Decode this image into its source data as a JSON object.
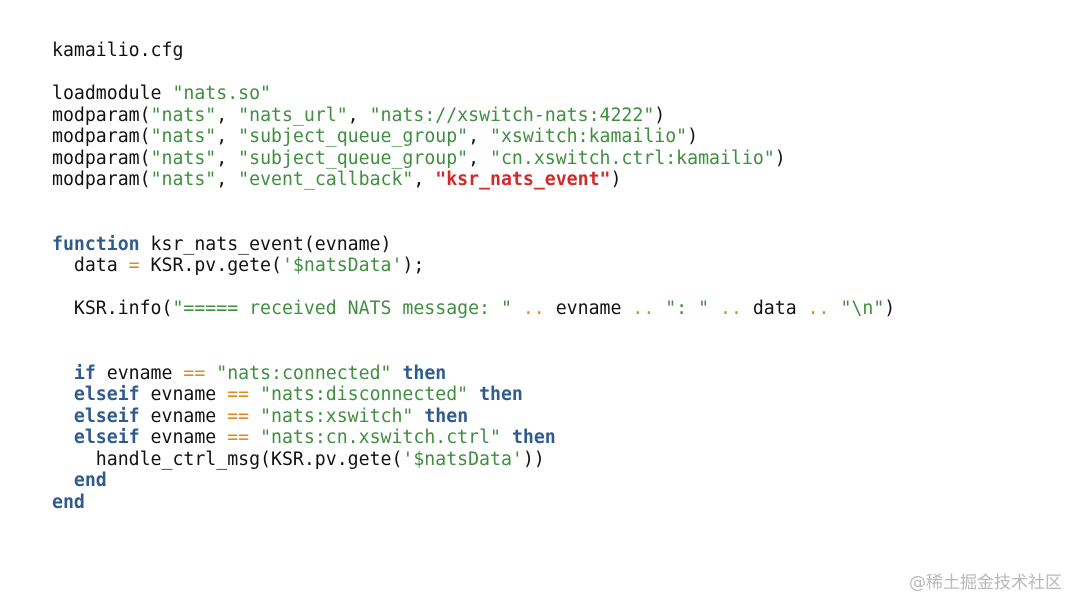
{
  "file_title": "kamailio.cfg",
  "lines": {
    "l2": [
      {
        "t": "loadmodule ",
        "c": ""
      },
      {
        "t": "\"nats.so\"",
        "c": "str"
      }
    ],
    "l3": [
      {
        "t": "modparam(",
        "c": ""
      },
      {
        "t": "\"nats\"",
        "c": "str"
      },
      {
        "t": ", ",
        "c": ""
      },
      {
        "t": "\"nats_url\"",
        "c": "str"
      },
      {
        "t": ", ",
        "c": ""
      },
      {
        "t": "\"nats://xswitch-nats:4222\"",
        "c": "str"
      },
      {
        "t": ")",
        "c": ""
      }
    ],
    "l4": [
      {
        "t": "modparam(",
        "c": ""
      },
      {
        "t": "\"nats\"",
        "c": "str"
      },
      {
        "t": ", ",
        "c": ""
      },
      {
        "t": "\"subject_queue_group\"",
        "c": "str"
      },
      {
        "t": ", ",
        "c": ""
      },
      {
        "t": "\"xswitch:kamailio\"",
        "c": "str"
      },
      {
        "t": ")",
        "c": ""
      }
    ],
    "l5": [
      {
        "t": "modparam(",
        "c": ""
      },
      {
        "t": "\"nats\"",
        "c": "str"
      },
      {
        "t": ", ",
        "c": ""
      },
      {
        "t": "\"subject_queue_group\"",
        "c": "str"
      },
      {
        "t": ", ",
        "c": ""
      },
      {
        "t": "\"cn.xswitch.ctrl:kamailio\"",
        "c": "str"
      },
      {
        "t": ")",
        "c": ""
      }
    ],
    "l6": [
      {
        "t": "modparam(",
        "c": ""
      },
      {
        "t": "\"nats\"",
        "c": "str"
      },
      {
        "t": ", ",
        "c": ""
      },
      {
        "t": "\"event_callback\"",
        "c": "str"
      },
      {
        "t": ", ",
        "c": ""
      },
      {
        "t": "\"",
        "c": "str-red"
      },
      {
        "t": "ksr_nats_event",
        "c": "str-red"
      },
      {
        "t": "\"",
        "c": "str-red"
      },
      {
        "t": ")",
        "c": ""
      }
    ],
    "l9": [
      {
        "t": "function",
        "c": "kw"
      },
      {
        "t": " ksr_nats_event(evname)",
        "c": ""
      }
    ],
    "l10": [
      {
        "t": "  data ",
        "c": ""
      },
      {
        "t": "=",
        "c": "op"
      },
      {
        "t": " KSR.pv.gete(",
        "c": ""
      },
      {
        "t": "'$natsData'",
        "c": "str"
      },
      {
        "t": ");",
        "c": ""
      }
    ],
    "l12": [
      {
        "t": "  KSR.info(",
        "c": ""
      },
      {
        "t": "\"===== received NATS message: \"",
        "c": "str"
      },
      {
        "t": " ",
        "c": ""
      },
      {
        "t": "..",
        "c": "op"
      },
      {
        "t": " evname ",
        "c": ""
      },
      {
        "t": "..",
        "c": "op"
      },
      {
        "t": " ",
        "c": ""
      },
      {
        "t": "\": \"",
        "c": "str"
      },
      {
        "t": " ",
        "c": ""
      },
      {
        "t": "..",
        "c": "op"
      },
      {
        "t": " data ",
        "c": ""
      },
      {
        "t": "..",
        "c": "op"
      },
      {
        "t": " ",
        "c": ""
      },
      {
        "t": "\"\\n\"",
        "c": "str"
      },
      {
        "t": ")",
        "c": ""
      }
    ],
    "l15": [
      {
        "t": "  ",
        "c": ""
      },
      {
        "t": "if",
        "c": "kw"
      },
      {
        "t": " evname ",
        "c": ""
      },
      {
        "t": "==",
        "c": "op"
      },
      {
        "t": " ",
        "c": ""
      },
      {
        "t": "\"nats:connected\"",
        "c": "str"
      },
      {
        "t": " ",
        "c": ""
      },
      {
        "t": "then",
        "c": "kw"
      }
    ],
    "l16": [
      {
        "t": "  ",
        "c": ""
      },
      {
        "t": "elseif",
        "c": "kw"
      },
      {
        "t": " evname ",
        "c": ""
      },
      {
        "t": "==",
        "c": "op"
      },
      {
        "t": " ",
        "c": ""
      },
      {
        "t": "\"nats:disconnected\"",
        "c": "str"
      },
      {
        "t": " ",
        "c": ""
      },
      {
        "t": "then",
        "c": "kw"
      }
    ],
    "l17": [
      {
        "t": "  ",
        "c": ""
      },
      {
        "t": "elseif",
        "c": "kw"
      },
      {
        "t": " evname ",
        "c": ""
      },
      {
        "t": "==",
        "c": "op"
      },
      {
        "t": " ",
        "c": ""
      },
      {
        "t": "\"nats:xswitch\"",
        "c": "str"
      },
      {
        "t": " ",
        "c": ""
      },
      {
        "t": "then",
        "c": "kw"
      }
    ],
    "l18": [
      {
        "t": "  ",
        "c": ""
      },
      {
        "t": "elseif",
        "c": "kw"
      },
      {
        "t": " evname ",
        "c": ""
      },
      {
        "t": "==",
        "c": "op"
      },
      {
        "t": " ",
        "c": ""
      },
      {
        "t": "\"nats:cn.xswitch.ctrl\"",
        "c": "str"
      },
      {
        "t": " ",
        "c": ""
      },
      {
        "t": "then",
        "c": "kw"
      }
    ],
    "l19": [
      {
        "t": "    handle_ctrl_msg(KSR.pv.gete(",
        "c": ""
      },
      {
        "t": "'$natsData'",
        "c": "str"
      },
      {
        "t": "))",
        "c": ""
      }
    ],
    "l20": [
      {
        "t": "  ",
        "c": ""
      },
      {
        "t": "end",
        "c": "kw"
      }
    ],
    "l21": [
      {
        "t": "end",
        "c": "kw"
      }
    ]
  },
  "watermark": "@稀土掘金技术社区",
  "colors": {
    "string": "#3f8f3f",
    "highlight": "#d12a2a",
    "keyword": "#2f5b8f",
    "operator": "#e08a1e"
  }
}
